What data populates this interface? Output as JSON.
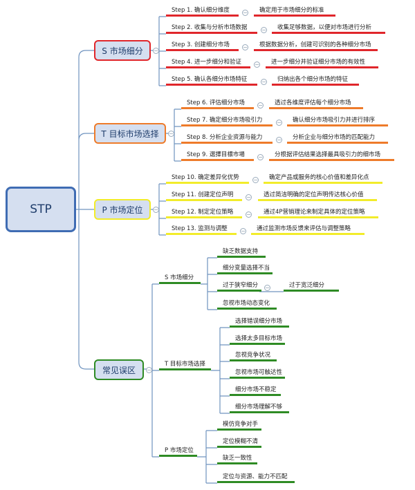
{
  "root": "STP",
  "colors": {
    "S": "#e0262b",
    "T": "#ee7b2a",
    "P": "#f2ec2a",
    "M": "#2e8b24",
    "root": "#3f6cb3"
  },
  "S": {
    "title": "S 市场细分",
    "steps": [
      {
        "step": "Step 1. 确认细分维度",
        "desc": "确定用于市场细分的标准"
      },
      {
        "step": "Step 2. 收集与分析市场数据",
        "desc": "收集足够数据，以便对市场进行分析"
      },
      {
        "step": "Step 3. 创建细分市场",
        "desc": "根据数据分析，创建可识别的各种细分市场"
      },
      {
        "step": "Step 4. 进一步细分和验证",
        "desc": "进一步细分并验证细分市场的有效性"
      },
      {
        "step": "Step 5. 确认各细分市场特征",
        "desc": "归纳出各个细分市场的特征"
      }
    ]
  },
  "T": {
    "title": "T 目标市场选择",
    "steps": [
      {
        "step": "Step 6. 评估细分市场",
        "desc": "透过各维度评估每个细分市场"
      },
      {
        "step": "Step 7. 确定细分市场吸引力",
        "desc": "确认细分市场吸引力并进行排序"
      },
      {
        "step": "Step 8. 分析企业资源与能力",
        "desc": "分析企业与细分市场的匹配能力"
      },
      {
        "step": "Step 9. 選擇目標市場",
        "desc": "分根据评估结果选择最具吸引力的细市场"
      }
    ]
  },
  "P": {
    "title": "P 市场定位",
    "steps": [
      {
        "step": "Step 10. 确定差异化优势",
        "desc": "确定产品或服务的核心价值和差异化点"
      },
      {
        "step": "Step 11. 创建定位声明",
        "desc": "透过简洁明确的定位声明传达核心价值"
      },
      {
        "step": "Step 12. 制定定位策略",
        "desc": "通过4P营销理论来制定具体的定位策略"
      },
      {
        "step": "Step 13. 监测与调整",
        "desc": "通过监测市场反馈来评估与调整策略"
      }
    ]
  },
  "M": {
    "title": "常见误区",
    "groups": [
      {
        "label": "S 市场细分",
        "items": [
          "缺乏数据支持",
          "细分变量选择不当",
          "过于狭窄细分",
          "忽视市场动态变化"
        ],
        "sub": "过于宽泛细分"
      },
      {
        "label": "T 目标市场选择",
        "items": [
          "选择错误细分市场",
          "选择太多目标市场",
          "忽视竞争状况",
          "忽视市场可触达性",
          "细分市场不稳定",
          "细分市场理解不够"
        ]
      },
      {
        "label": "P 市场定位",
        "items": [
          "模仿竞争对手",
          "定位模糊不清",
          "缺乏一致性",
          "定位与资源、能力不匹配"
        ]
      }
    ]
  }
}
